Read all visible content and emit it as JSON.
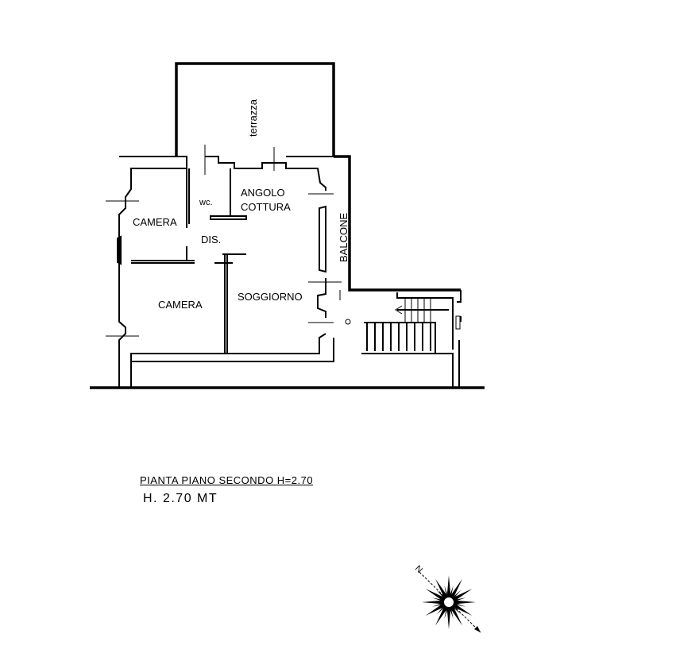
{
  "rooms": {
    "terrazza": "terrazza",
    "wc": "wc.",
    "angolo_cottura_1": "ANGOLO",
    "angolo_cottura_2": "COTTURA",
    "camera_1": "CAMERA",
    "dis": "DIS.",
    "camera_2": "CAMERA",
    "soggiorno": "SOGGIORNO",
    "balcone": "BALCONE"
  },
  "caption": {
    "title": "PIANTA PIANO SECONDO H=2.70",
    "height": "H. 2.70 MT"
  },
  "compass": {
    "north_label": "N"
  }
}
